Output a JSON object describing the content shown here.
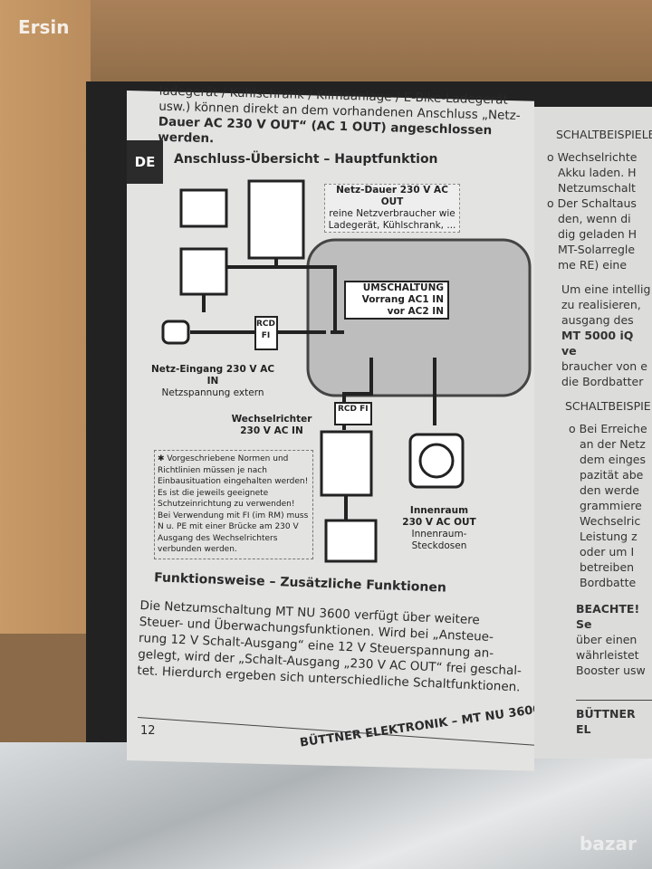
{
  "watermark": {
    "user": "Ersin",
    "site": "bazar"
  },
  "left_page": {
    "lang_tab": "DE",
    "intro_lines": [
      "ladegerät / Kühlschrank / Klimaanlage / E-Bike-Ladegerät",
      "usw.) können direkt an dem vorhandenen Anschluss „Netz-",
      "Dauer AC 230 V OUT“ (AC 1 OUT) angeschlossen werden."
    ],
    "heading1": "Anschluss-Übersicht – Hauptfunktion",
    "diagram": {
      "netz_dauer": [
        "Netz-Dauer 230 V AC OUT",
        "reine Netzverbraucher wie",
        "Ladegerät, Kühlschrank, ..."
      ],
      "umschaltung": [
        "UMSCHALTUNG",
        "Vorrang AC1 IN",
        "vor AC2 IN"
      ],
      "netz_eingang": [
        "Netz-Eingang 230 V AC IN",
        "Netzspannung extern"
      ],
      "wechselrichter": [
        "Wechselrichter",
        "230 V AC IN"
      ],
      "innenraum": [
        "Innenraum",
        "230 V AC OUT",
        "Innenraum-",
        "Steckdosen"
      ],
      "rcd": "RCD",
      "fi": "FI",
      "note": "✱ Vorgeschriebene Normen und Richtlinien müssen je nach Einbausituation eingehalten werden! Es ist die jeweils geeignete Schutzeinrichtung zu verwenden! Bei Verwendung mit FI (im RM) muss N u. PE mit einer Brücke am 230 V Ausgang des Wechselrichters verbunden werden."
    },
    "heading2": "Funktionsweise – Zusätzliche Funktionen",
    "body_lines": [
      "Die Netzumschaltung MT NU 3600 verfügt über weitere",
      "Steuer- und Überwachungsfunktionen. Wird bei „Ansteue-",
      "rung 12 V Schalt-Ausgang“ eine 12 V Steuerspannung an-",
      "gelegt, wird der „Schalt-Ausgang „230 V AC OUT“ frei geschal-",
      "tet. Hierdurch ergeben sich unterschiedliche Schaltfunktionen."
    ],
    "page_number": "12",
    "footer": "BÜTTNER ELEKTRONIK – MT NU 3600"
  },
  "right_page": {
    "heading1": "SCHALTBEISPIELE",
    "lines1": [
      "o Wechselrichte",
      "Akku laden. H",
      "Netzumschalt",
      "o Der Schaltaus",
      "den, wenn di",
      "dig geladen H",
      "MT-Solarregle",
      "me RE) eine"
    ],
    "para": [
      "Um eine intellig",
      "zu realisieren,",
      "ausgang des",
      "MT 5000 iQ ve",
      "braucher von e",
      "die Bordbatter"
    ],
    "heading2": "SCHALTBEISPIE",
    "lines2": [
      "o Bei Erreiche",
      "an der Netz",
      "dem einges",
      "pazität abe",
      "den werde",
      "grammiere",
      "Wechselric",
      "Leistung z",
      "oder um I",
      "betreiben",
      "Bordbatte"
    ],
    "beachte": [
      "BEACHTE! Se",
      "über einen",
      "währleistet",
      "Booster usw"
    ],
    "footer": "BÜTTNER EL"
  }
}
